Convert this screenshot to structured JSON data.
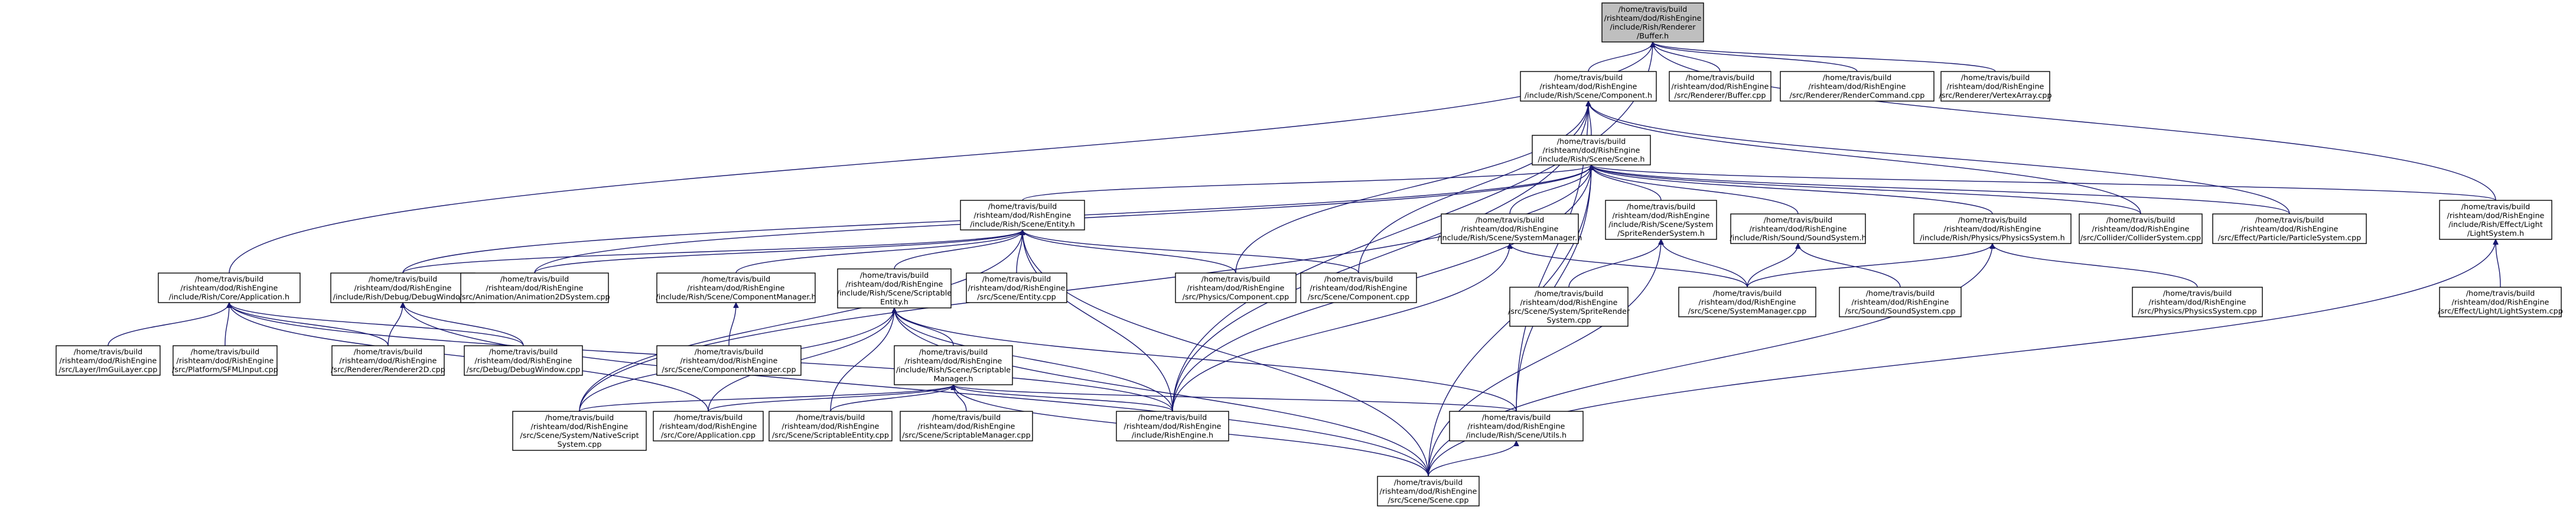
{
  "nodes": {
    "buffer_h": [
      "/home/travis/build",
      "/rishteam/dod/RishEngine",
      "/include/Rish/Renderer",
      "/Buffer.h"
    ],
    "renderer_buffer_cpp": [
      "/home/travis/build",
      "/rishteam/dod/RishEngine",
      "/src/Renderer/Buffer.cpp"
    ],
    "renderer_rendercommand_cpp": [
      "/home/travis/build",
      "/rishteam/dod/RishEngine",
      "/src/Renderer/RenderCommand.cpp"
    ],
    "renderer_vertexarray_cpp": [
      "/home/travis/build",
      "/rishteam/dod/RishEngine",
      "/src/Renderer/VertexArray.cpp"
    ],
    "component_h": [
      "/home/travis/build",
      "/rishteam/dod/RishEngine",
      "/include/Rish/Scene/Component.h"
    ],
    "scene_h": [
      "/home/travis/build",
      "/rishteam/dod/RishEngine",
      "/include/Rish/Scene/Scene.h"
    ],
    "entity_h": [
      "/home/travis/build",
      "/rishteam/dod/RishEngine",
      "/include/Rish/Scene/Entity.h"
    ],
    "systemmanager_h": [
      "/home/travis/build",
      "/rishteam/dod/RishEngine",
      "/include/Rish/Scene/SystemManager.h"
    ],
    "spriterendersystem_h": [
      "/home/travis/build",
      "/rishteam/dod/RishEngine",
      "/include/Rish/Scene/System",
      "/SpriteRenderSystem.h"
    ],
    "soundsystem_h": [
      "/home/travis/build",
      "/rishteam/dod/RishEngine",
      "/include/Rish/Sound/SoundSystem.h"
    ],
    "physicssystem_h": [
      "/home/travis/build",
      "/rishteam/dod/RishEngine",
      "/include/Rish/Physics/PhysicsSystem.h"
    ],
    "collidersystem_cpp": [
      "/home/travis/build",
      "/rishteam/dod/RishEngine",
      "/src/Collider/ColliderSystem.cpp"
    ],
    "particlesystem_cpp": [
      "/home/travis/build",
      "/rishteam/dod/RishEngine",
      "/src/Effect/Particle/ParticleSystem.cpp"
    ],
    "lightsystem_h": [
      "/home/travis/build",
      "/rishteam/dod/RishEngine",
      "/include/Rish/Effect/Light",
      "/LightSystem.h"
    ],
    "lightsystem_cpp": [
      "/home/travis/build",
      "/rishteam/dod/RishEngine",
      "/src/Effect/Light/LightSystem.cpp"
    ],
    "application_h": [
      "/home/travis/build",
      "/rishteam/dod/RishEngine",
      "/include/Rish/Core/Application.h"
    ],
    "debugwindow_h": [
      "/home/travis/build",
      "/rishteam/dod/RishEngine",
      "/include/Rish/Debug/DebugWindow.h"
    ],
    "animation2dsystem_cpp": [
      "/home/travis/build",
      "/rishteam/dod/RishEngine",
      "/src/Animation/Animation2DSystem.cpp"
    ],
    "componentmanager_h": [
      "/home/travis/build",
      "/rishteam/dod/RishEngine",
      "/include/Rish/Scene/ComponentManager.h"
    ],
    "scriptableentity_h": [
      "/home/travis/build",
      "/rishteam/dod/RishEngine",
      "/include/Rish/Scene/Scriptable",
      "Entity.h"
    ],
    "entity_cpp": [
      "/home/travis/build",
      "/rishteam/dod/RishEngine",
      "/src/Scene/Entity.cpp"
    ],
    "physics_component_cpp": [
      "/home/travis/build",
      "/rishteam/dod/RishEngine",
      "/src/Physics/Component.cpp"
    ],
    "scene_component_cpp": [
      "/home/travis/build",
      "/rishteam/dod/RishEngine",
      "/src/Scene/Component.cpp"
    ],
    "spriterendersystem_cpp": [
      "/home/travis/build",
      "/rishteam/dod/RishEngine",
      "/src/Scene/System/SpriteRender",
      "System.cpp"
    ],
    "systemmanager_cpp": [
      "/home/travis/build",
      "/rishteam/dod/RishEngine",
      "/src/Scene/SystemManager.cpp"
    ],
    "soundsystem_cpp": [
      "/home/travis/build",
      "/rishteam/dod/RishEngine",
      "/src/Sound/SoundSystem.cpp"
    ],
    "physicssystem_cpp": [
      "/home/travis/build",
      "/rishteam/dod/RishEngine",
      "/src/Physics/PhysicsSystem.cpp"
    ],
    "layer_imguilayer_cpp": [
      "/home/travis/build",
      "/rishteam/dod/RishEngine",
      "/src/Layer/ImGuiLayer.cpp"
    ],
    "sfmlinput_cpp": [
      "/home/travis/build",
      "/rishteam/dod/RishEngine",
      "/src/Platform/SFMLInput.cpp"
    ],
    "renderer2d_cpp": [
      "/home/travis/build",
      "/rishteam/dod/RishEngine",
      "/src/Renderer/Renderer2D.cpp"
    ],
    "debugwindow_cpp": [
      "/home/travis/build",
      "/rishteam/dod/RishEngine",
      "/src/Debug/DebugWindow.cpp"
    ],
    "componentmanager_cpp": [
      "/home/travis/build",
      "/rishteam/dod/RishEngine",
      "/src/Scene/ComponentManager.cpp"
    ],
    "scriptablemanager_h": [
      "/home/travis/build",
      "/rishteam/dod/RishEngine",
      "/include/Rish/Scene/Scriptable",
      "Manager.h"
    ],
    "nativescriptsystem_cpp": [
      "/home/travis/build",
      "/rishteam/dod/RishEngine",
      "/src/Scene/System/NativeScript",
      "System.cpp"
    ],
    "application_cpp": [
      "/home/travis/build",
      "/rishteam/dod/RishEngine",
      "/src/Core/Application.cpp"
    ],
    "scriptableentity_cpp": [
      "/home/travis/build",
      "/rishteam/dod/RishEngine",
      "/src/Scene/ScriptableEntity.cpp"
    ],
    "scriptablemanager_cpp": [
      "/home/travis/build",
      "/rishteam/dod/RishEngine",
      "/src/Scene/ScriptableManager.cpp"
    ],
    "rishengine_h": [
      "/home/travis/build",
      "/rishteam/dod/RishEngine",
      "/include/RishEngine.h"
    ],
    "utils_h": [
      "/home/travis/build",
      "/rishteam/dod/RishEngine",
      "/include/Rish/Scene/Utils.h"
    ],
    "scene_cpp": [
      "/home/travis/build",
      "/rishteam/dod/RishEngine",
      "/src/Scene/Scene.cpp"
    ]
  },
  "highlighted": "buffer_h",
  "edges": [
    [
      "renderer_buffer_cpp",
      "buffer_h"
    ],
    [
      "renderer_rendercommand_cpp",
      "buffer_h"
    ],
    [
      "renderer_vertexarray_cpp",
      "buffer_h"
    ],
    [
      "component_h",
      "buffer_h"
    ],
    [
      "application_h",
      "buffer_h"
    ],
    [
      "rishengine_h",
      "buffer_h"
    ],
    [
      "lightsystem_h",
      "buffer_h"
    ],
    [
      "scene_h",
      "component_h"
    ],
    [
      "physics_component_cpp",
      "component_h"
    ],
    [
      "scene_component_cpp",
      "component_h"
    ],
    [
      "collidersystem_cpp",
      "component_h"
    ],
    [
      "particlesystem_cpp",
      "component_h"
    ],
    [
      "rishengine_h",
      "component_h"
    ],
    [
      "utils_h",
      "component_h"
    ],
    [
      "entity_h",
      "scene_h"
    ],
    [
      "systemmanager_h",
      "scene_h"
    ],
    [
      "spriterendersystem_h",
      "scene_h"
    ],
    [
      "soundsystem_h",
      "scene_h"
    ],
    [
      "physicssystem_h",
      "scene_h"
    ],
    [
      "collidersystem_cpp",
      "scene_h"
    ],
    [
      "particlesystem_cpp",
      "scene_h"
    ],
    [
      "lightsystem_h",
      "scene_h"
    ],
    [
      "debugwindow_h",
      "scene_h"
    ],
    [
      "animation2dsystem_cpp",
      "scene_h"
    ],
    [
      "scene_cpp",
      "scene_h"
    ],
    [
      "rishengine_h",
      "scene_h"
    ],
    [
      "utils_h",
      "scene_h"
    ],
    [
      "nativescriptsystem_cpp",
      "scene_h"
    ],
    [
      "debugwindow_h",
      "entity_h"
    ],
    [
      "animation2dsystem_cpp",
      "entity_h"
    ],
    [
      "componentmanager_h",
      "entity_h"
    ],
    [
      "scriptableentity_h",
      "entity_h"
    ],
    [
      "entity_cpp",
      "entity_h"
    ],
    [
      "physics_component_cpp",
      "entity_h"
    ],
    [
      "scene_component_cpp",
      "entity_h"
    ],
    [
      "rishengine_h",
      "entity_h"
    ],
    [
      "scene_cpp",
      "entity_h"
    ],
    [
      "nativescriptsystem_cpp",
      "entity_h"
    ],
    [
      "systemmanager_cpp",
      "systemmanager_h"
    ],
    [
      "rishengine_h",
      "systemmanager_h"
    ],
    [
      "spriterendersystem_cpp",
      "spriterendersystem_h"
    ],
    [
      "systemmanager_cpp",
      "spriterendersystem_h"
    ],
    [
      "scene_cpp",
      "spriterendersystem_h"
    ],
    [
      "systemmanager_cpp",
      "soundsystem_h"
    ],
    [
      "soundsystem_cpp",
      "soundsystem_h"
    ],
    [
      "systemmanager_cpp",
      "physicssystem_h"
    ],
    [
      "physicssystem_cpp",
      "physicssystem_h"
    ],
    [
      "scene_cpp",
      "physicssystem_h"
    ],
    [
      "lightsystem_cpp",
      "lightsystem_h"
    ],
    [
      "scene_cpp",
      "lightsystem_h"
    ],
    [
      "layer_imguilayer_cpp",
      "application_h"
    ],
    [
      "sfmlinput_cpp",
      "application_h"
    ],
    [
      "renderer2d_cpp",
      "application_h"
    ],
    [
      "application_cpp",
      "application_h"
    ],
    [
      "debugwindow_cpp",
      "application_h"
    ],
    [
      "rishengine_h",
      "application_h"
    ],
    [
      "renderer2d_cpp",
      "debugwindow_h"
    ],
    [
      "debugwindow_cpp",
      "debugwindow_h"
    ],
    [
      "scene_cpp",
      "debugwindow_h"
    ],
    [
      "componentmanager_cpp",
      "componentmanager_h"
    ],
    [
      "scriptablemanager_h",
      "scriptableentity_h"
    ],
    [
      "nativescriptsystem_cpp",
      "scriptableentity_h"
    ],
    [
      "application_cpp",
      "scriptableentity_h"
    ],
    [
      "scriptableentity_cpp",
      "scriptableentity_h"
    ],
    [
      "rishengine_h",
      "scriptableentity_h"
    ],
    [
      "utils_h",
      "scriptableentity_h"
    ],
    [
      "scene_cpp",
      "scriptableentity_h"
    ],
    [
      "nativescriptsystem_cpp",
      "scriptablemanager_h"
    ],
    [
      "application_cpp",
      "scriptablemanager_h"
    ],
    [
      "scriptableentity_cpp",
      "scriptablemanager_h"
    ],
    [
      "scriptablemanager_cpp",
      "scriptablemanager_h"
    ],
    [
      "rishengine_h",
      "scriptablemanager_h"
    ],
    [
      "utils_h",
      "scriptablemanager_h"
    ],
    [
      "scene_cpp",
      "scriptablemanager_h"
    ],
    [
      "scene_cpp",
      "utils_h"
    ]
  ]
}
